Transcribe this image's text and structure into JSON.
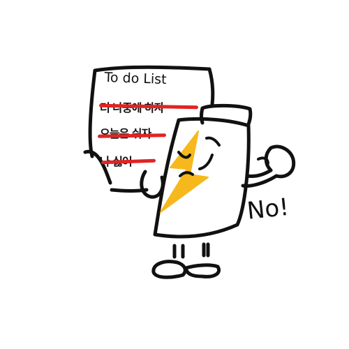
{
  "illustration": {
    "paper": {
      "title": "To do List",
      "items": [
        {
          "text": "더 나중에 하자",
          "crossed_out": true
        },
        {
          "text": "오늘은 쉬자",
          "crossed_out": true
        },
        {
          "text": "나 싫어",
          "crossed_out": true
        }
      ]
    },
    "speech": "No!",
    "colors": {
      "ink": "#111111",
      "strikethrough": "#e02424",
      "lightning": "#f6b81c",
      "background": "#ffffff"
    },
    "icons": {
      "character": "battery-character-icon",
      "bolt": "lightning-bolt-icon"
    }
  }
}
